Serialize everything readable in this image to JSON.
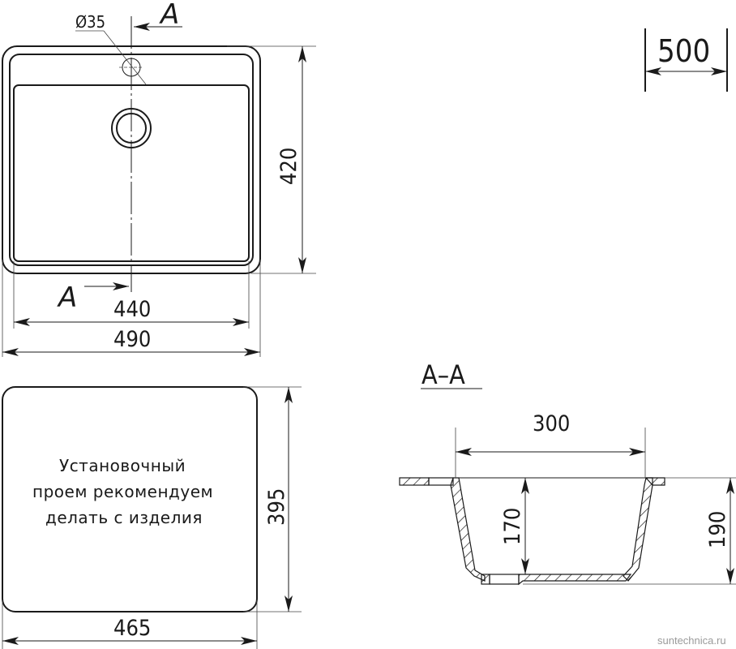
{
  "drawing": {
    "top_view": {
      "section_marker_top": "A",
      "section_marker_bottom": "A",
      "hole_diameter": "Ø35",
      "dim_inner_width": "440",
      "dim_outer_width": "490",
      "dim_height": "420"
    },
    "cabinet": {
      "dim_width": "500"
    },
    "cutout": {
      "note_lines": [
        "Установочный",
        "проем рекомендуем",
        "делать с изделия"
      ],
      "dim_width": "465",
      "dim_height": "395"
    },
    "section": {
      "title": "A–A",
      "dim_bowl_width": "300",
      "dim_bowl_depth": "170",
      "dim_total_depth": "190"
    },
    "watermark": "suntechnica.ru"
  }
}
